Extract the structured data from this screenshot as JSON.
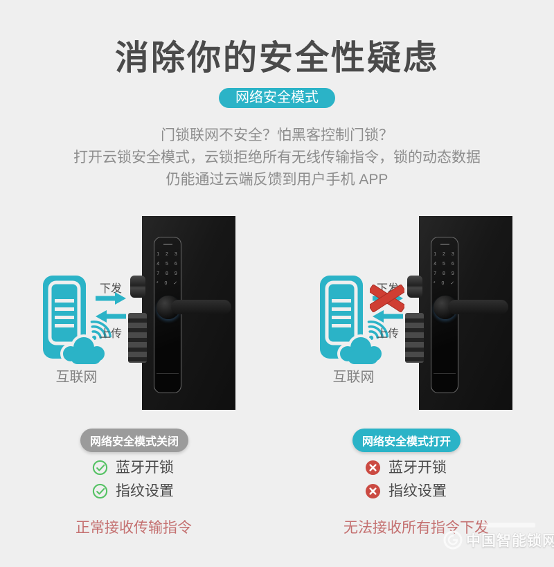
{
  "colors": {
    "background": "#efefef",
    "teal_accent": "#2bb3c7",
    "title_gray": "#4a4a4a",
    "body_gray": "#8d8d8d",
    "badge_gray": "#9b9b9b",
    "check_green": "#55c264",
    "cross_red": "#cb4a42",
    "blocked_x_red": "#cf3e33",
    "footer_red": "#c47070"
  },
  "header": {
    "title": "消除你的安全性疑虑",
    "mode_badge": "网络安全模式",
    "description_lines": [
      "门锁联网不安全？怕黑客控制门锁？",
      "打开云锁安全模式，云锁拒绝所有无线传输指令，锁的动态数据",
      "仍能通过云端反馈到用户手机 APP"
    ]
  },
  "keypad_rows": [
    "1 2 3",
    "4 5 6",
    "7 8 9",
    "* 0 ✓"
  ],
  "diagrams": {
    "left": {
      "internet_label": "互联网",
      "download_label": "下发",
      "upload_label": "上传",
      "download_blocked": false
    },
    "right": {
      "internet_label": "互联网",
      "download_label": "下发",
      "upload_label": "上传",
      "download_blocked": true
    }
  },
  "panels": {
    "left": {
      "badge_label": "网络安全模式关闭",
      "items": [
        {
          "label": "蓝牙开锁",
          "state": "enabled"
        },
        {
          "label": "指纹设置",
          "state": "enabled"
        }
      ],
      "footer_note": "正常接收传输指令"
    },
    "right": {
      "badge_label": "网络安全模式打开",
      "items": [
        {
          "label": "蓝牙开锁",
          "state": "disabled"
        },
        {
          "label": "指纹设置",
          "state": "disabled"
        }
      ],
      "footer_note": "无法接收所有指令下发"
    }
  },
  "watermark": {
    "site_name": "中国智能锁网"
  }
}
